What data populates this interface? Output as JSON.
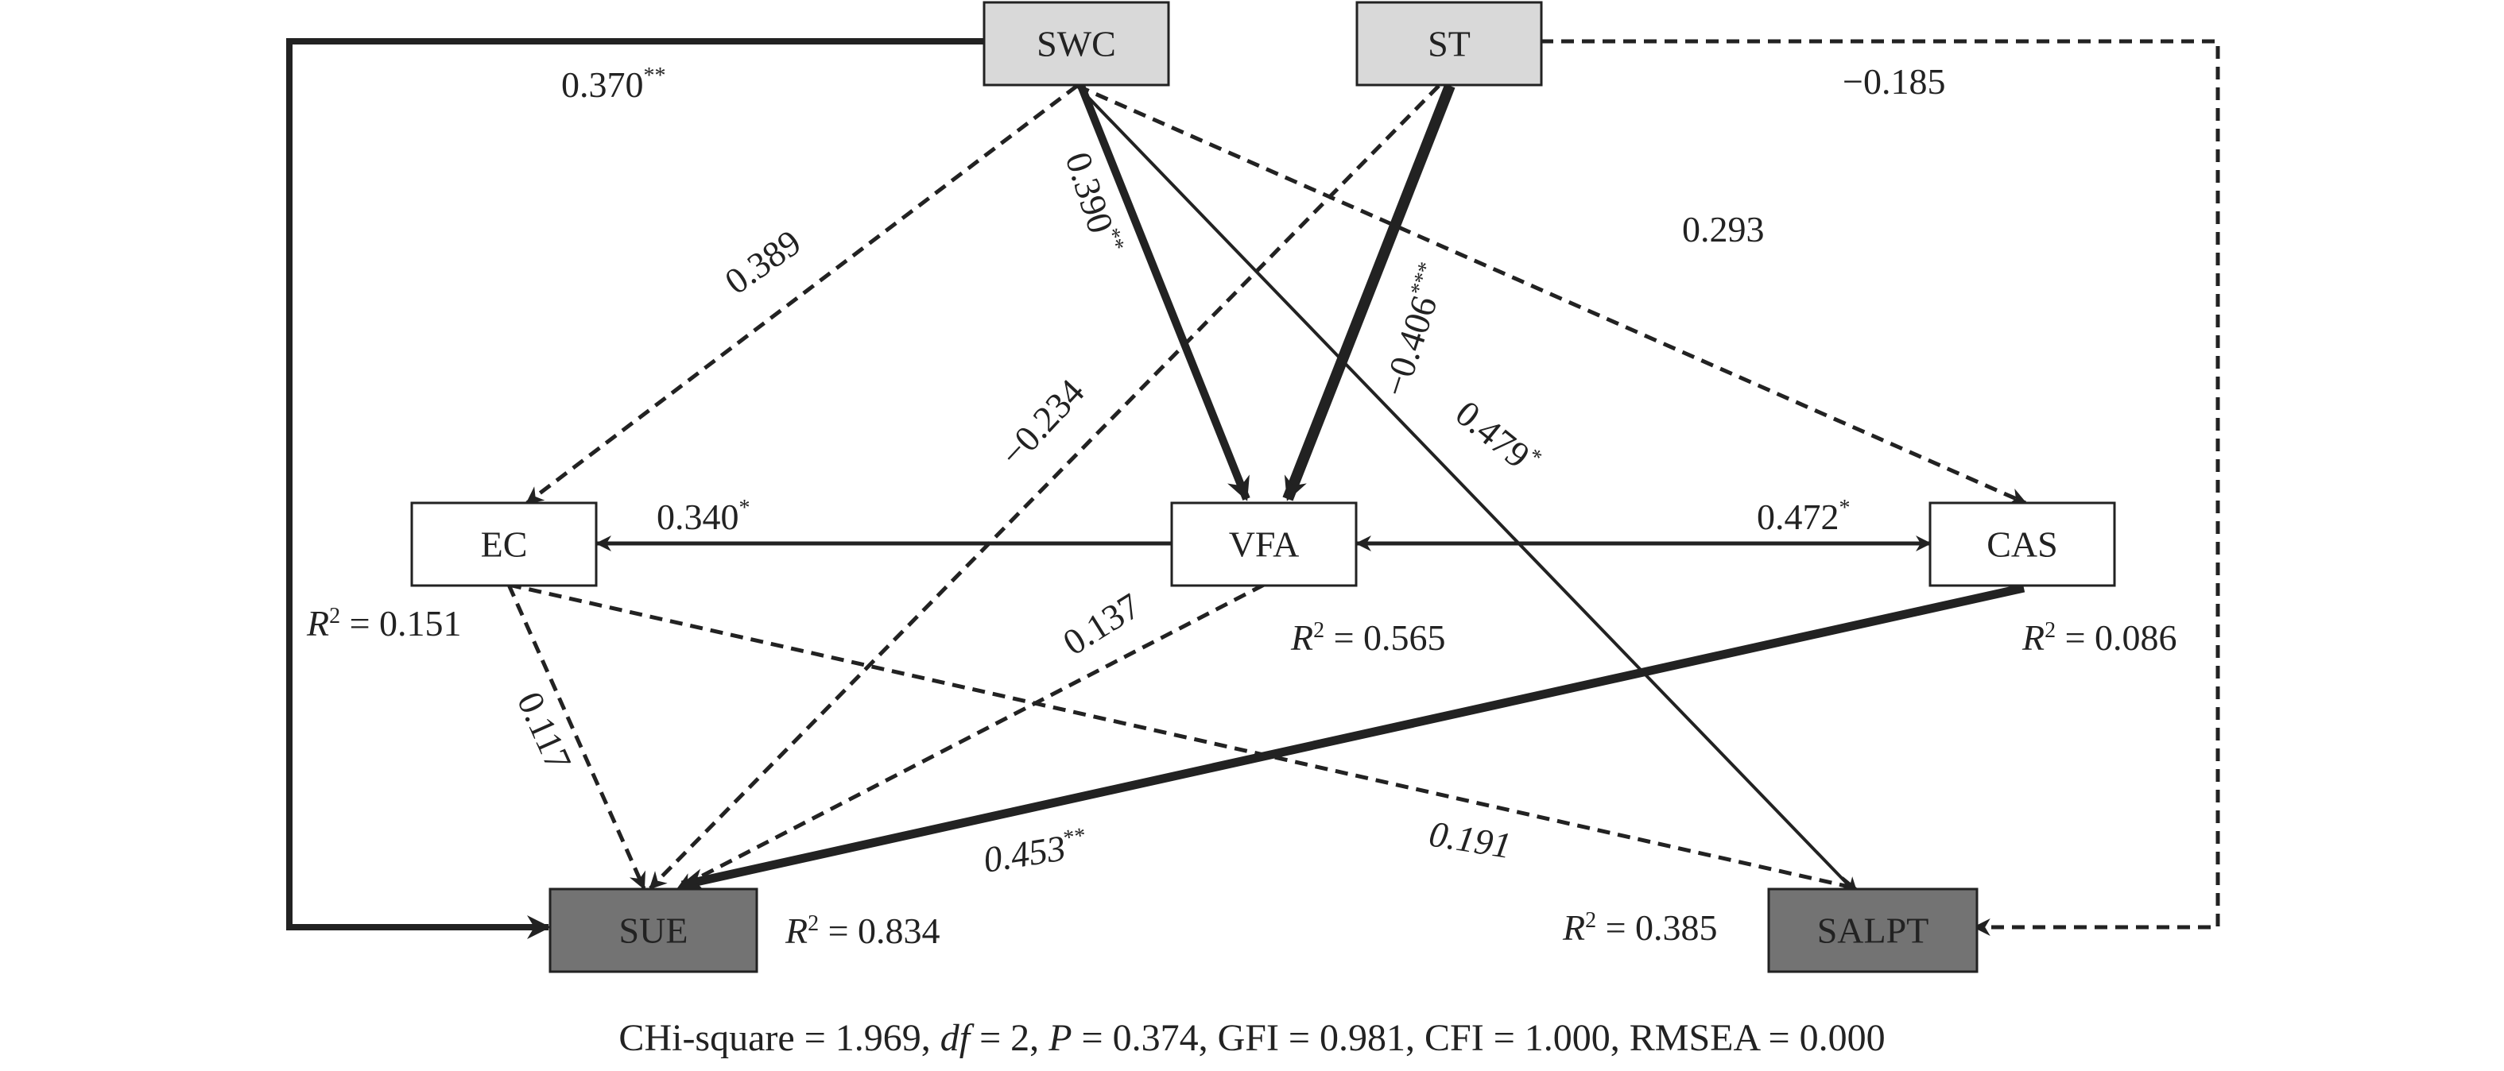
{
  "nodes": {
    "swc": {
      "label": "SWC"
    },
    "st": {
      "label": "ST"
    },
    "ec": {
      "label": "EC"
    },
    "vfa": {
      "label": "VFA"
    },
    "cas": {
      "label": "CAS"
    },
    "sue": {
      "label": "SUE"
    },
    "salpt": {
      "label": "SALPT"
    }
  },
  "r2": {
    "ec": {
      "var": "R",
      "sup": "2",
      "value": " = 0.151"
    },
    "vfa": {
      "var": "R",
      "sup": "2",
      "value": " = 0.565"
    },
    "cas": {
      "var": "R",
      "sup": "2",
      "value": " = 0.086"
    },
    "sue": {
      "var": "R",
      "sup": "2",
      "value": " = 0.834"
    },
    "salpt": {
      "var": "R",
      "sup": "2",
      "value": " = 0.385"
    }
  },
  "paths": {
    "swc_sue": {
      "coef": "0.370",
      "sig": "**",
      "style": "solid",
      "weight": "heavy"
    },
    "st_salpt": {
      "coef": "−0.185",
      "sig": "",
      "style": "dashed",
      "weight": "normal"
    },
    "swc_ec": {
      "coef": "0.389",
      "sig": "",
      "style": "dashed",
      "weight": "normal"
    },
    "swc_vfa": {
      "coef": "0.390",
      "sig": "**",
      "style": "solid",
      "weight": "heavy"
    },
    "st_vfa": {
      "coef": "−0.406",
      "sig": "***",
      "style": "solid",
      "weight": "heaviest"
    },
    "swc_cas": {
      "coef": "0.293",
      "sig": "",
      "style": "dashed",
      "weight": "normal"
    },
    "st_sue": {
      "coef": "−0.234",
      "sig": "",
      "style": "dashed",
      "weight": "normal"
    },
    "swc_salpt": {
      "coef": "0.479",
      "sig": "*",
      "style": "solid",
      "weight": "normal"
    },
    "vfa_ec": {
      "coef": "0.340",
      "sig": "*",
      "style": "solid",
      "weight": "normal"
    },
    "vfa_cas": {
      "coef": "0.472",
      "sig": "*",
      "style": "solid",
      "weight": "normal"
    },
    "vfa_sue": {
      "coef": "0.137",
      "sig": "",
      "style": "dashed",
      "weight": "normal"
    },
    "ec_sue": {
      "coef": "0.117",
      "sig": "",
      "style": "dashed",
      "weight": "normal"
    },
    "ec_salpt": {
      "coef": "0.191",
      "sig": "",
      "style": "dashed",
      "weight": "normal"
    },
    "cas_sue": {
      "coef": "0.453",
      "sig": "**",
      "style": "solid",
      "weight": "heavy"
    }
  },
  "fit": {
    "chi_label": "CHi-square = 1.969, ",
    "df_label": "df",
    "df_value": " = 2, ",
    "p_label": "P",
    "p_value": " = 0.374, GFI = 0.981, CFI = 1.000, RMSEA = 0.000"
  },
  "colors": {
    "exogenous_fill": "#d9d9d9",
    "mediator_fill": "#ffffff",
    "outcome_fill": "#737373",
    "line": "#222222"
  }
}
